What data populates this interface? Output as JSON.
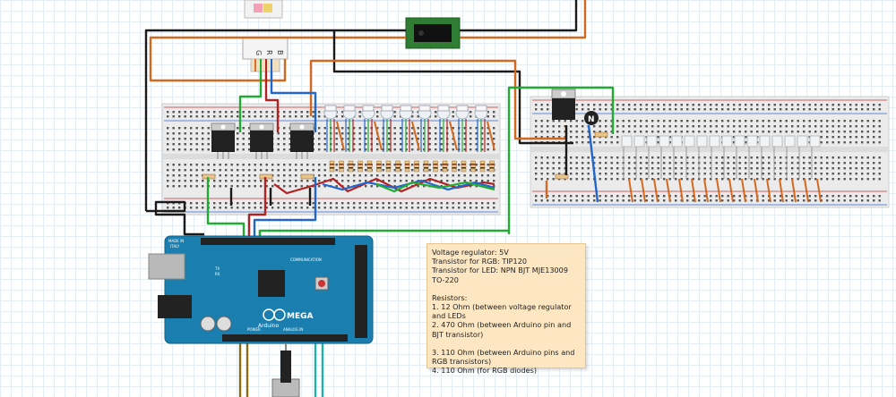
{
  "rgb_pin_labels": [
    "G",
    "R",
    "B"
  ],
  "board": {
    "logo": "MEGA",
    "brand": "Arduino",
    "label_made_in": "MADE IN",
    "label_italy": "ITALY",
    "label_communication": "COMMUNICATION",
    "label_tx": "TX",
    "label_rx": "RX",
    "label_power": "POWER",
    "label_analog": "ANALOG IN"
  },
  "notes": {
    "voltage_regulator": "Voltage regulator: 5V",
    "transistor_rgb": "Transistor for RGB: TIP120",
    "transistor_led": "Transistor for LED: NPN  BJT MJE13009 TO-220",
    "resistors_title": "Resistors:",
    "resistor_1": "1.  12 Ohm (between voltage regulator and LEDs",
    "resistor_2": "2. 470 Ohm (between Arduino pin and BJT transistor)",
    "resistor_3": "3. 110 Ohm (between Arduino pins and RGB transistors)",
    "resistor_4": "4.  110 Ohm (for RGB diodes)"
  },
  "colors": {
    "wire_black": "#1a1a1a",
    "wire_orange": "#d2691e",
    "wire_green": "#22aa33",
    "wire_red": "#b22222",
    "wire_blue": "#2266cc",
    "wire_teal": "#20b2aa",
    "wire_brown": "#8b6b14",
    "board_blue": "#1a7fae",
    "breadboard": "#e9e9e9",
    "note_bg": "#fde7c2"
  }
}
